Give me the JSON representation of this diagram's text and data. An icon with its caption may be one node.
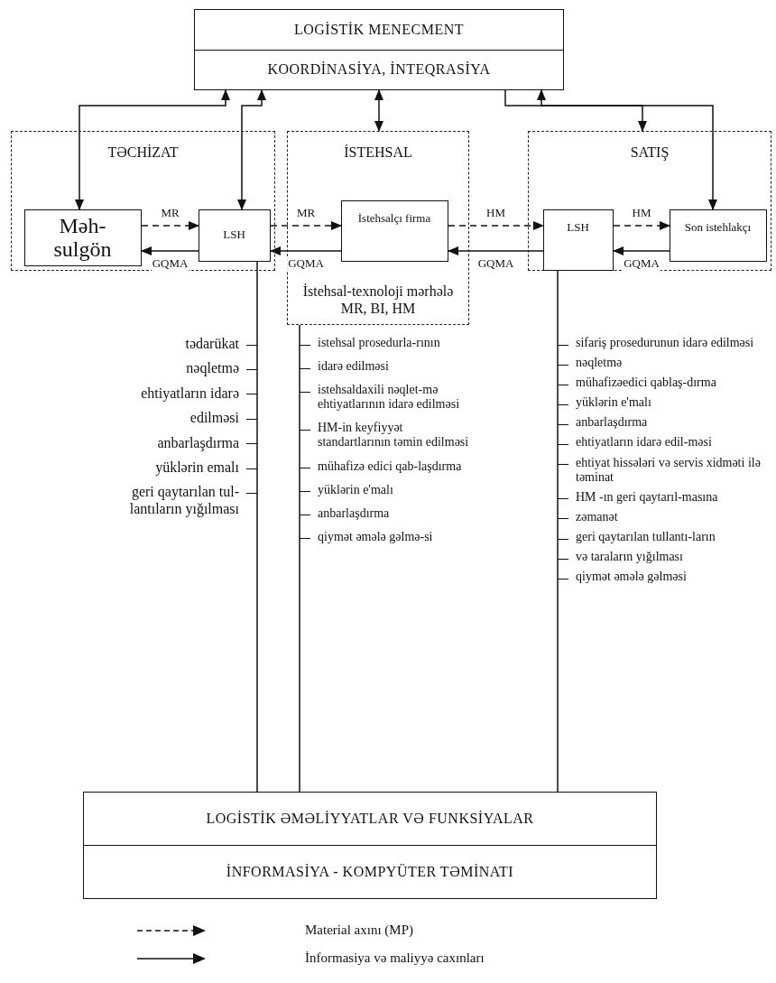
{
  "diagram": {
    "nodes": [
      {
        "text": [
          "LOGİSTİK MENECMENT",
          "KOORDİNASİYA, İNTEQRASİYA"
        ]
      },
      {
        "text": [
          "TƏCHİZAT"
        ]
      },
      {
        "text": [
          "Məh-sulgön"
        ],
        "in": 1
      },
      {
        "text": [
          "LSH"
        ],
        "in": 1
      },
      {
        "text": [
          "İSTEHSAL",
          "İstehsal-texnoloji mərhələ MR, BI, HM"
        ]
      },
      {
        "text": [
          "İstehsalçı firma"
        ],
        "in": 4
      },
      {
        "text": [
          "SATIŞ"
        ]
      },
      {
        "text": [
          "LSH"
        ],
        "in": 6
      },
      {
        "text": [
          "Son istehlakçı"
        ],
        "in": 6
      },
      {
        "text": [
          "LOGİSTİK ƏMƏLİYYATLAR VƏ FUNKSİYALAR",
          "İNFORMASİYA - KOMPYÜTER TƏMİNATI"
        ]
      }
    ],
    "edges": [
      {
        "from": 0,
        "to": 2,
        "arrow": "both"
      },
      {
        "from": 0,
        "to": 3,
        "arrow": "both"
      },
      {
        "from": 0,
        "to": 4,
        "arrow": "both"
      },
      {
        "from": 0,
        "to": 6,
        "arrow": "to"
      },
      {
        "from": 0,
        "to": 8,
        "arrow": "both"
      },
      {
        "from": 2,
        "to": 3,
        "arrow": "to",
        "style": "dashed",
        "label": "MR"
      },
      {
        "from": 3,
        "to": 5,
        "arrow": "to",
        "style": "dashed",
        "label": "MR"
      },
      {
        "from": 5,
        "to": 7,
        "arrow": "to",
        "style": "dashed",
        "label": "HM"
      },
      {
        "from": 7,
        "to": 8,
        "arrow": "to",
        "style": "dashed",
        "label": "HM"
      },
      {
        "from": 3,
        "to": 2,
        "arrow": "to",
        "label": "GQMA"
      },
      {
        "from": 5,
        "to": 3,
        "arrow": "to",
        "label": "GQMA"
      },
      {
        "from": 7,
        "to": 5,
        "arrow": "to",
        "label": "GQMA"
      },
      {
        "from": 8,
        "to": 7,
        "arrow": "to",
        "label": "GQMA"
      },
      {
        "from": 3,
        "to": 9,
        "arrow": "none"
      },
      {
        "from": 4,
        "to": 9,
        "arrow": "none"
      },
      {
        "from": 7,
        "to": 9,
        "arrow": "none"
      }
    ],
    "labels": [
      "tədarükat",
      "nəqletmə",
      "ehtiyatların idarə",
      "edilməsi",
      "anbarlaşdırma",
      "yüklərin emalı",
      "geri qaytarılan tul-lantıların yığılması",
      "istehsal prosedurla-rının",
      "idarə edilməsi",
      "istehsaldaxili nəqlet-mə ehtiyatlarının idarə edilməsi",
      "HM-in keyfiyyət standartlarının təmin edilməsi",
      "mühafizə edici qab-laşdırma",
      "yüklərin e'malı",
      "anbarlaşdırma",
      "qiymət əmələ gəlmə-si",
      "sifariş prosedurunun idarə edilməsi",
      "nəqletmə",
      "mühafizəedici qablaş-dırma",
      "yüklərin e'malı",
      "anbarlaşdırma",
      "ehtiyatların idarə edil-məsi",
      "ehtiyat hissələri və servis xidməti ilə təminat",
      "HM -ın geri qaytarıl-masına",
      "zəmanət",
      "geri qaytarılan tullantı-ların",
      "və taraların yığılması",
      "qiymət əmələ gəlməsi"
    ],
    "legend": [
      {
        "text": "Material axını (MP)"
      },
      {
        "text": "İnformasiya və maliyyə caxınları"
      }
    ]
  }
}
